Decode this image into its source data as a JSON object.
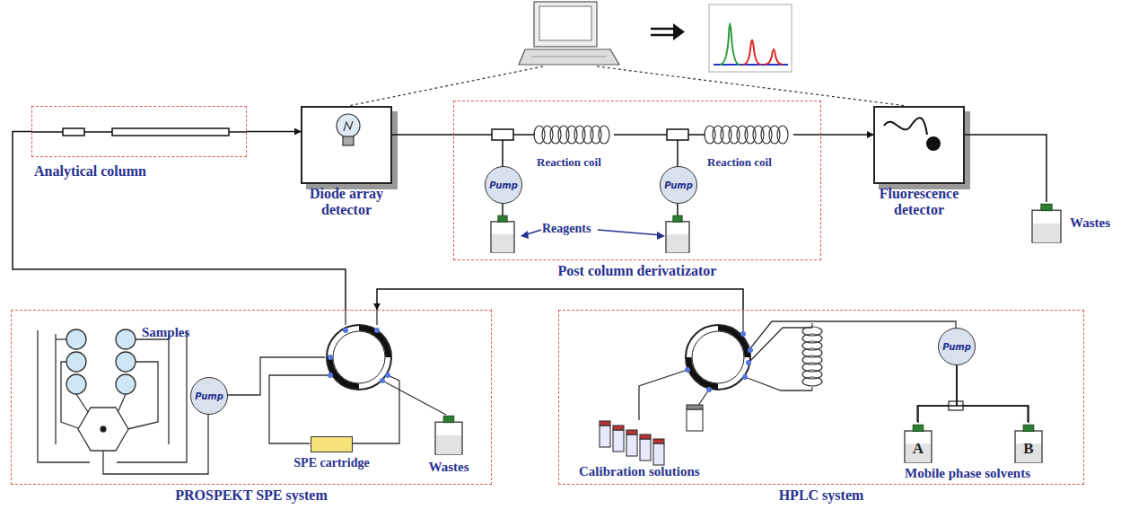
{
  "diagram": {
    "nodes": [
      {
        "text": [
          "Analytical column"
        ]
      },
      {
        "text": [
          "Diode array detector"
        ]
      },
      {
        "text": [
          "Post column derivatizator"
        ]
      },
      {
        "text": [
          "Pump"
        ],
        "in": 2
      },
      {
        "text": [
          "Pump"
        ],
        "in": 2
      },
      {
        "text": [
          "Fluorescence detector"
        ]
      },
      {
        "text": [
          "Wastes"
        ]
      },
      {
        "text": [
          "PROSPEKT SPE system"
        ]
      },
      {
        "text": [
          "Pump"
        ],
        "in": 7
      },
      {
        "text": [
          "SPE cartridge"
        ],
        "in": 7
      },
      {
        "text": [
          "Wastes"
        ],
        "in": 7
      },
      {
        "text": [
          "HPLC system"
        ]
      },
      {
        "text": [
          "Pump"
        ],
        "in": 11
      },
      {
        "text": [
          "A"
        ],
        "in": 11
      },
      {
        "text": [
          "B"
        ],
        "in": 11
      }
    ],
    "edges": [
      {
        "from": 0,
        "to": 1,
        "arrow": "to"
      },
      {
        "from": 1,
        "to": 2,
        "arrow": "none"
      },
      {
        "from": 2,
        "to": 5,
        "arrow": "to"
      },
      {
        "from": 5,
        "to": 6,
        "arrow": "none"
      },
      {
        "from": 7,
        "to": 0,
        "arrow": "none"
      },
      {
        "from": 11,
        "to": 7,
        "arrow": "to"
      },
      {
        "from": 13,
        "to": 12,
        "arrow": "none"
      },
      {
        "from": 14,
        "to": 12,
        "arrow": "none"
      }
    ],
    "labels": [
      "Reaction coil",
      "Reaction coil",
      "Reagents",
      "Samples",
      "Calibration solutions",
      "Mobile phase solvents"
    ]
  }
}
